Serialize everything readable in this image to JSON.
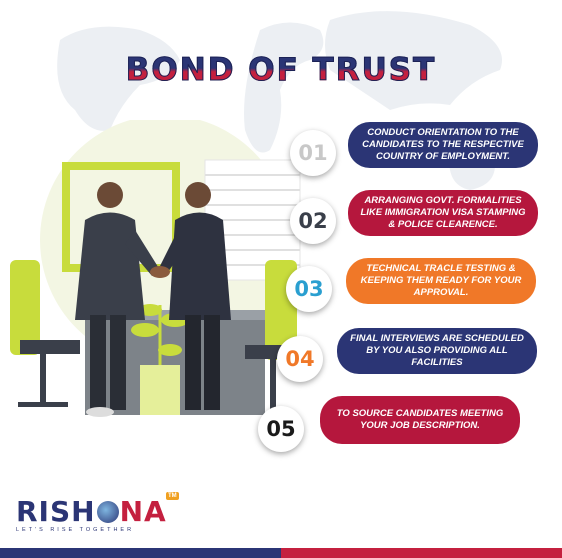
{
  "title": "BOND OF TRUST",
  "steps": [
    {
      "number": "01",
      "text": "CONDUCT ORIENTATION TO THE CANDIDATES TO THE RESPECTIVE COUNTRY OF EMPLOYMENT.",
      "color": "#2b3575",
      "number_color": "#c8c8c8"
    },
    {
      "number": "02",
      "text": "ARRANGING GOVT. FORMALITIES LIKE IMMIGRATION VISA STAMPING & POLICE CLEARENCE.",
      "color": "#b5173d",
      "number_color": "#3a3f4a"
    },
    {
      "number": "03",
      "text": "TECHNICAL TRACLE TESTING & KEEPING THEM READY FOR YOUR APPROVAL.",
      "color": "#f07828",
      "number_color": "#2a9fd0"
    },
    {
      "number": "04",
      "text": "FINAL INTERVIEWS ARE SCHEDULED BY YOU ALSO PROVIDING ALL FACILITIES",
      "color": "#2b3575",
      "number_color": "#f07828"
    },
    {
      "number": "05",
      "text": "TO SOURCE CANDIDATES MEETING YOUR JOB DESCRIPTION.",
      "color": "#b5173d",
      "number_color": "#1a1a1a"
    }
  ],
  "logo": {
    "name_part1": "RISH",
    "name_part2": "NA",
    "tagline": "LET'S RISE TOGETHER",
    "badge": "TM"
  },
  "icons": {
    "map": "world-map-icon",
    "scene": "handshake-illustration",
    "logo_globe": "globe-icon"
  },
  "colors": {
    "navy": "#2b3575",
    "crimson": "#c4203f",
    "orange": "#f07828",
    "lime": "#c8dc3c"
  }
}
